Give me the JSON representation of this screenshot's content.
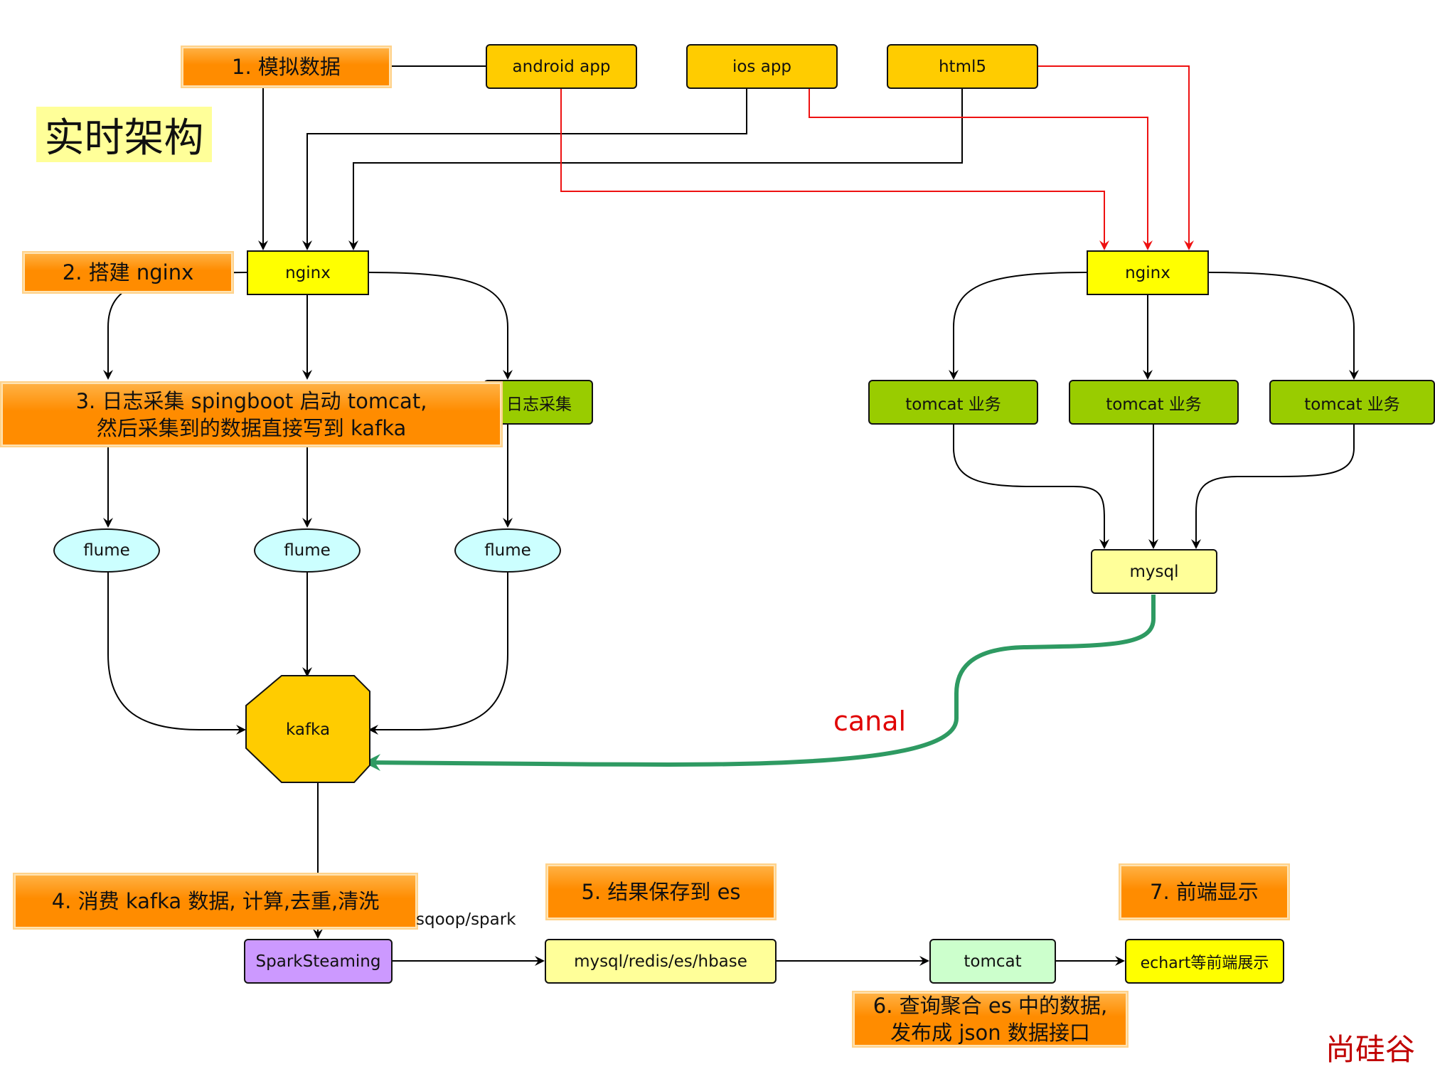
{
  "title": "实时架构",
  "nodes": {
    "android_app": "android app",
    "ios_app": "ios app",
    "html5": "html5",
    "nginx_left": "nginx",
    "nginx_right": "nginx",
    "log_collect": "日志采集",
    "flume_1": "flume",
    "flume_2": "flume",
    "flume_3": "flume",
    "kafka": "kafka",
    "tomcat_biz_1": "tomcat 业务",
    "tomcat_biz_2": "tomcat 业务",
    "tomcat_biz_3": "tomcat 业务",
    "mysql": "mysql",
    "spark_streaming": "SparkSteaming",
    "storage": "mysql/redis/es/hbase",
    "tomcat": "tomcat",
    "echart": "echart等前端展示"
  },
  "steps": {
    "step1": "1. 模拟数据",
    "step2": "2. 搭建 nginx",
    "step3_line1": "3. 日志采集 spingboot 启动 tomcat,",
    "step3_line2": "然后采集到的数据直接写到 kafka",
    "step4": "4. 消费 kafka 数据, 计算,去重,清洗",
    "step5": "5. 结果保存到 es",
    "step6_line1": "6. 查询聚合 es 中的数据,",
    "step6_line2": "发布成 json 数据接口",
    "step7": "7. 前端显示"
  },
  "edge_labels": {
    "canal": "canal",
    "sqoop_spark": "sqoop/spark"
  },
  "brand": "尚硅谷",
  "colors": {
    "black_edge": "#000000",
    "red_edge": "#ee1111",
    "canal_edge": "#2e9a62"
  }
}
